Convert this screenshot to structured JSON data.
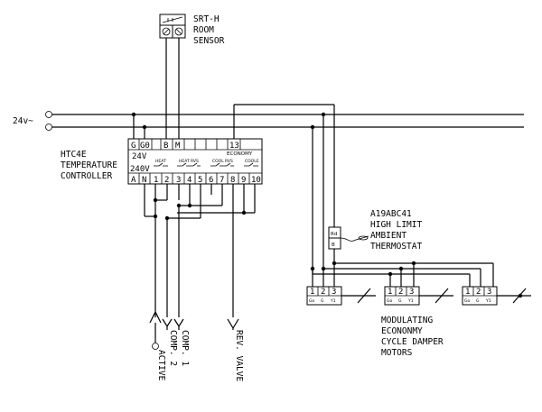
{
  "sensor": {
    "name": "SRT-H",
    "line2": "ROOM",
    "line3": "SENSOR"
  },
  "power": {
    "label": "24v~"
  },
  "controller": {
    "name": "HTC4E",
    "line2": "TEMPERATURE",
    "line3": "CONTROLLER",
    "top_terminals": [
      "G",
      "G0",
      "",
      "B",
      "M",
      "",
      "",
      "",
      "",
      "13",
      ""
    ],
    "bottom_terminals": [
      "A",
      "N",
      "1",
      "2",
      "3",
      "4",
      "5",
      "6",
      "7",
      "8",
      "9",
      "10"
    ],
    "label_24v": "24V",
    "label_240v": "240V",
    "label_economy": "ECONOMY",
    "relay_labels": [
      "HEAT",
      "HEAT",
      "RVS",
      "COOL",
      "RVS",
      "COOLE"
    ]
  },
  "thermostat": {
    "code": "A19ABC41",
    "line2": "HIGH LIMIT",
    "line3": "AMBIENT",
    "line4": "THERMOSTAT",
    "terminal_top": "Rd",
    "terminal_bottom": "B"
  },
  "motors": {
    "line1": "MODULATING",
    "line2": "ECONONMY",
    "line3": "CYCLE DAMPER",
    "line4": "MOTORS",
    "terminal_numbers": [
      "1",
      "2",
      "3"
    ],
    "terminal_labels": [
      "Go",
      "G",
      "Y1"
    ]
  },
  "outputs": {
    "active": "ACTIVE",
    "comp2": "COMP. 2",
    "comp1": "COMP. 1",
    "rev_valve": "REV. VALVE"
  }
}
